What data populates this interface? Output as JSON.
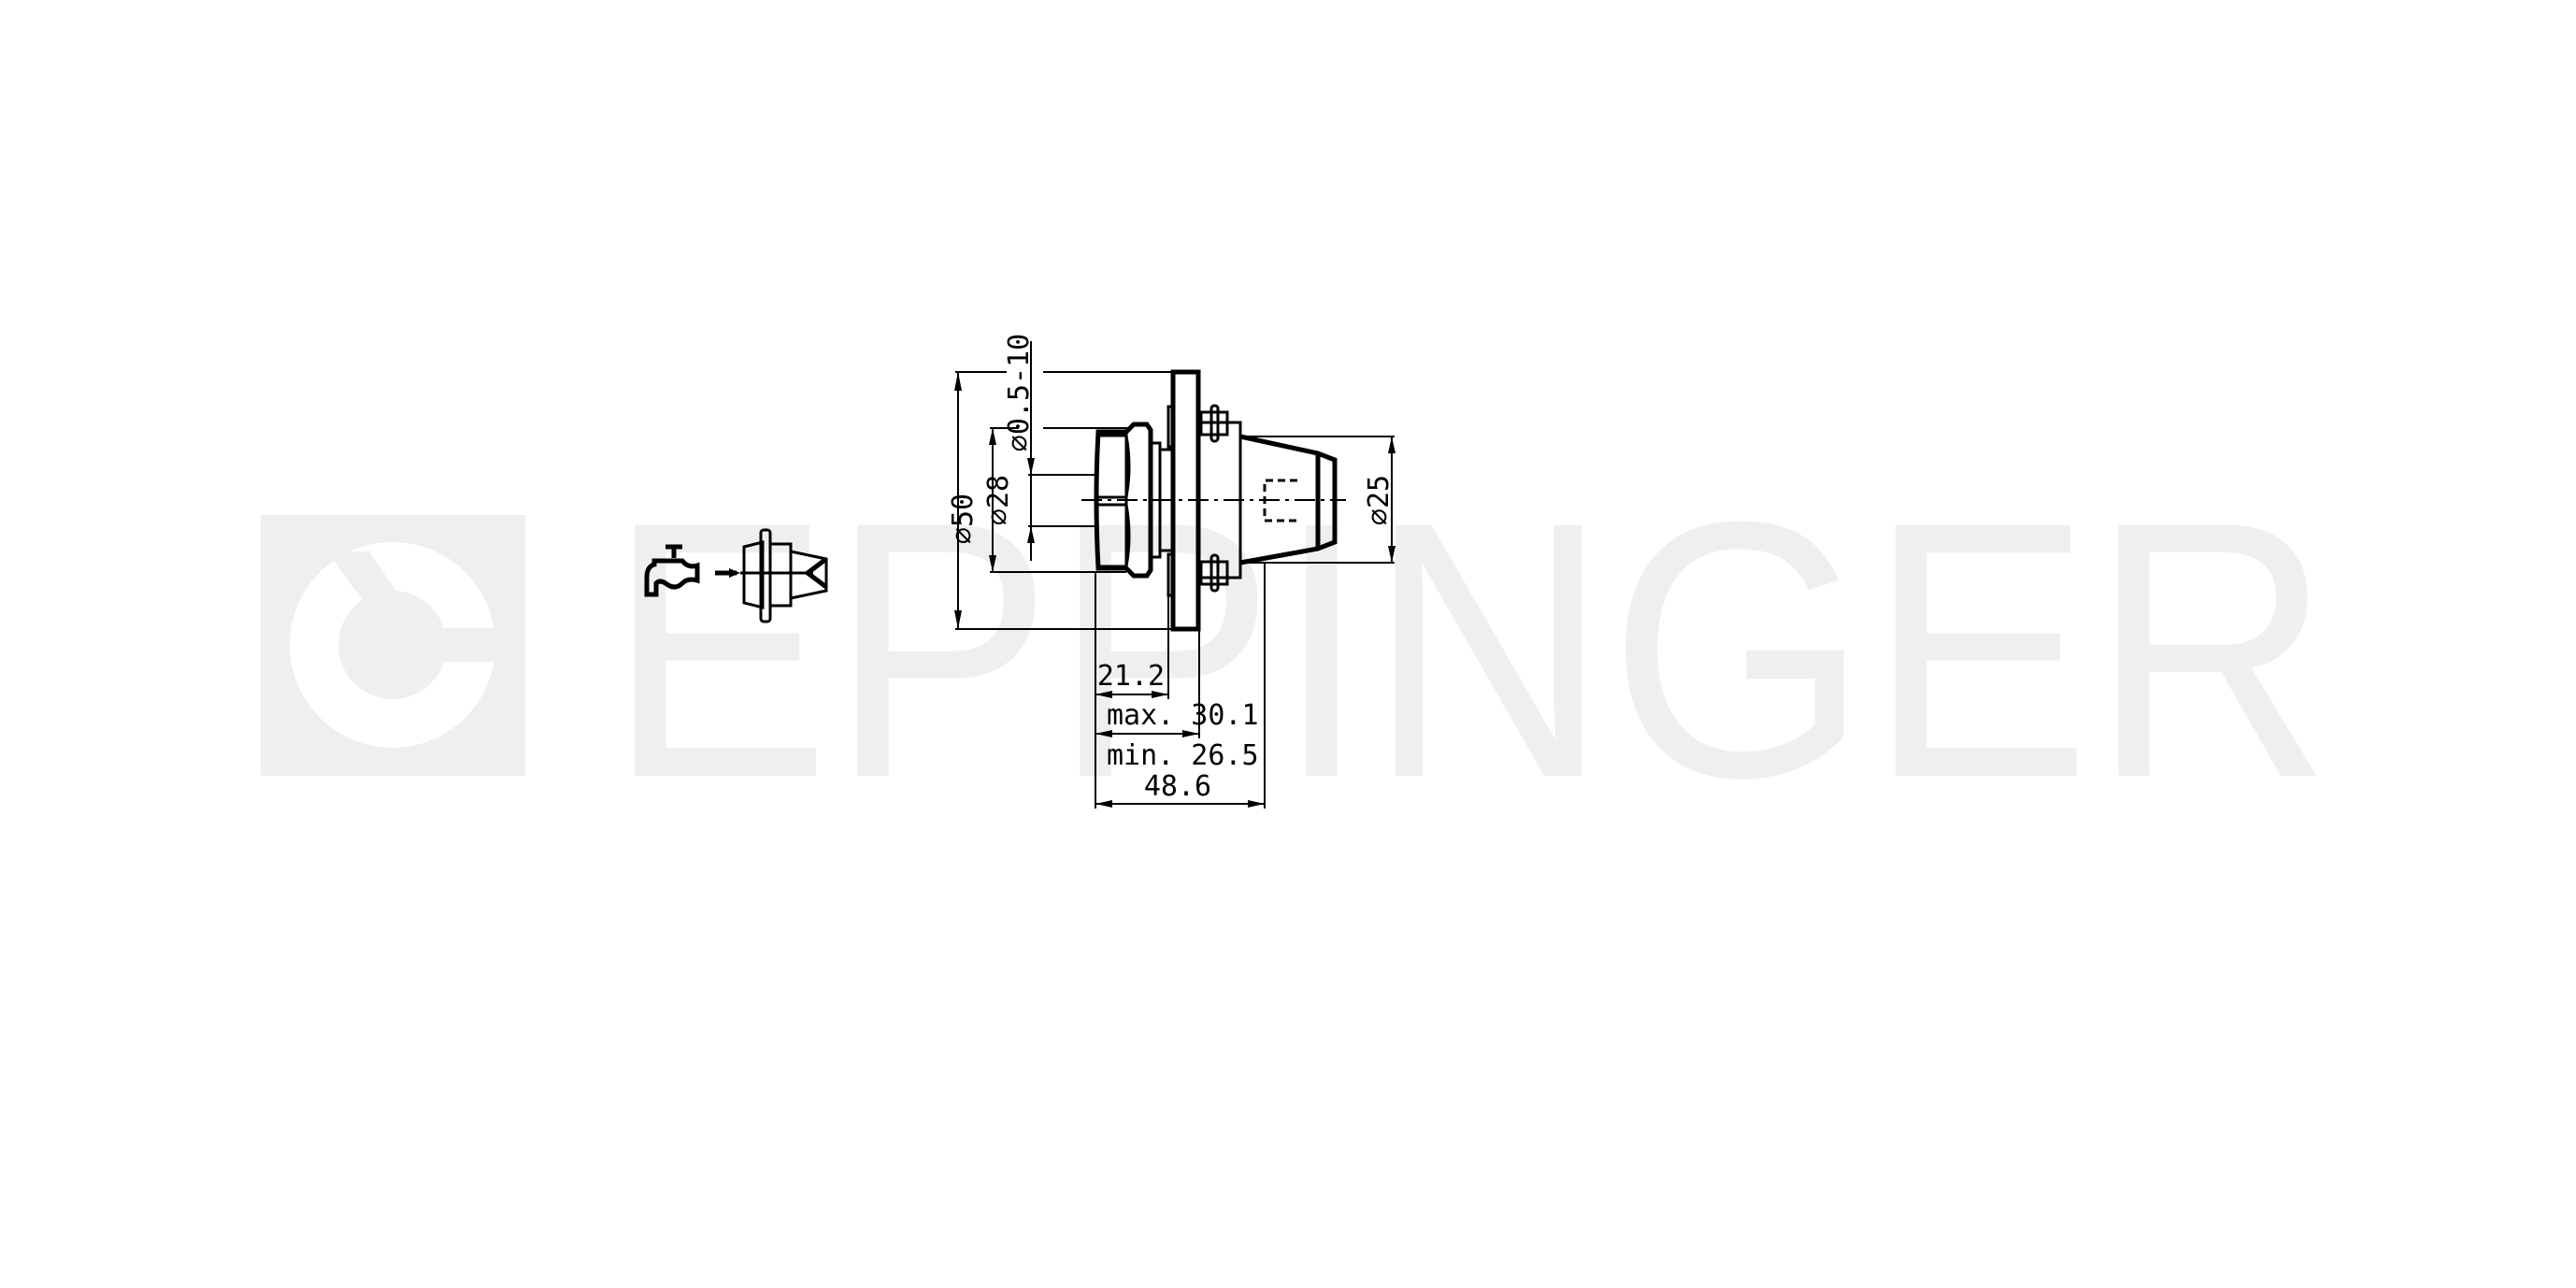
{
  "watermark": {
    "brand": "EPPINGER",
    "color": "#efefef"
  },
  "icons": [
    "coolant-tap-icon",
    "coolant-flow-arrow-icon",
    "tool-holder-symbol-icon"
  ],
  "dimensions": {
    "d_overall": "⌀50",
    "d_collet_range": "⌀0.5-10",
    "d_nut": "⌀28",
    "d_shank": "⌀25",
    "len_nut": "21.2",
    "len_max": "max. 30.1",
    "len_min": "min. 26.5",
    "len_total": "48.6"
  }
}
